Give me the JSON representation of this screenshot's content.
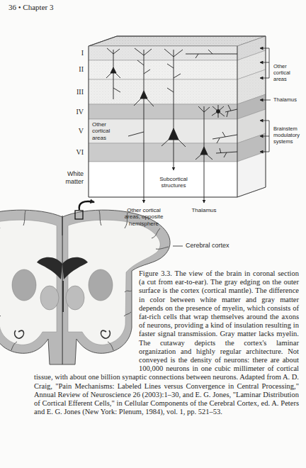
{
  "diagram": {
    "caption": "Figure 3.3. The view of the brain in coronal section (a cut from ear-to-ear). The gray edging on the outer surface is the cortex (cortical mantle). The difference in color between white matter and gray matter depends on the presence of myelin, which consists of fat-rich cells that wrap themselves around the axons of neurons, providing a kind of insulation resulting in faster signal transmission. Gray matter lacks myelin. The cutaway depicts the cortex's laminar organization and highly regular architecture. Not conveyed is the density of neurons: there are about 100,000 neurons in one cubic millimeter of cortical tissue, with about one billion synaptic connections between neurons. Adapted from A. D. Craig, \"Pain Mechanisms: Labeled Lines versus Convergence in Central Processing,\" Annual Review of Neuroscience 26 (2003):1–30, and E. G. Jones, \"Laminar Distribution of Cortical Efferent Cells,\" in Cellular Components of the Cerebral Cortex, ed. A. Peters and E. G. Jones (New York: Plenum, 1984), vol. 1, pp. 521–53.",
    "labels": [
      "36 • Chapter 3",
      "I",
      "II",
      "III",
      "IV",
      "V",
      "VI",
      "White matter",
      "Other cortical areas",
      "Subcortical structures",
      "Other cortical areas",
      "Thalamus",
      "Brainstem modulatory systems",
      "Other cortical areas, opposite hemisphere",
      "Thalamus",
      "Cerebral cortex"
    ]
  }
}
